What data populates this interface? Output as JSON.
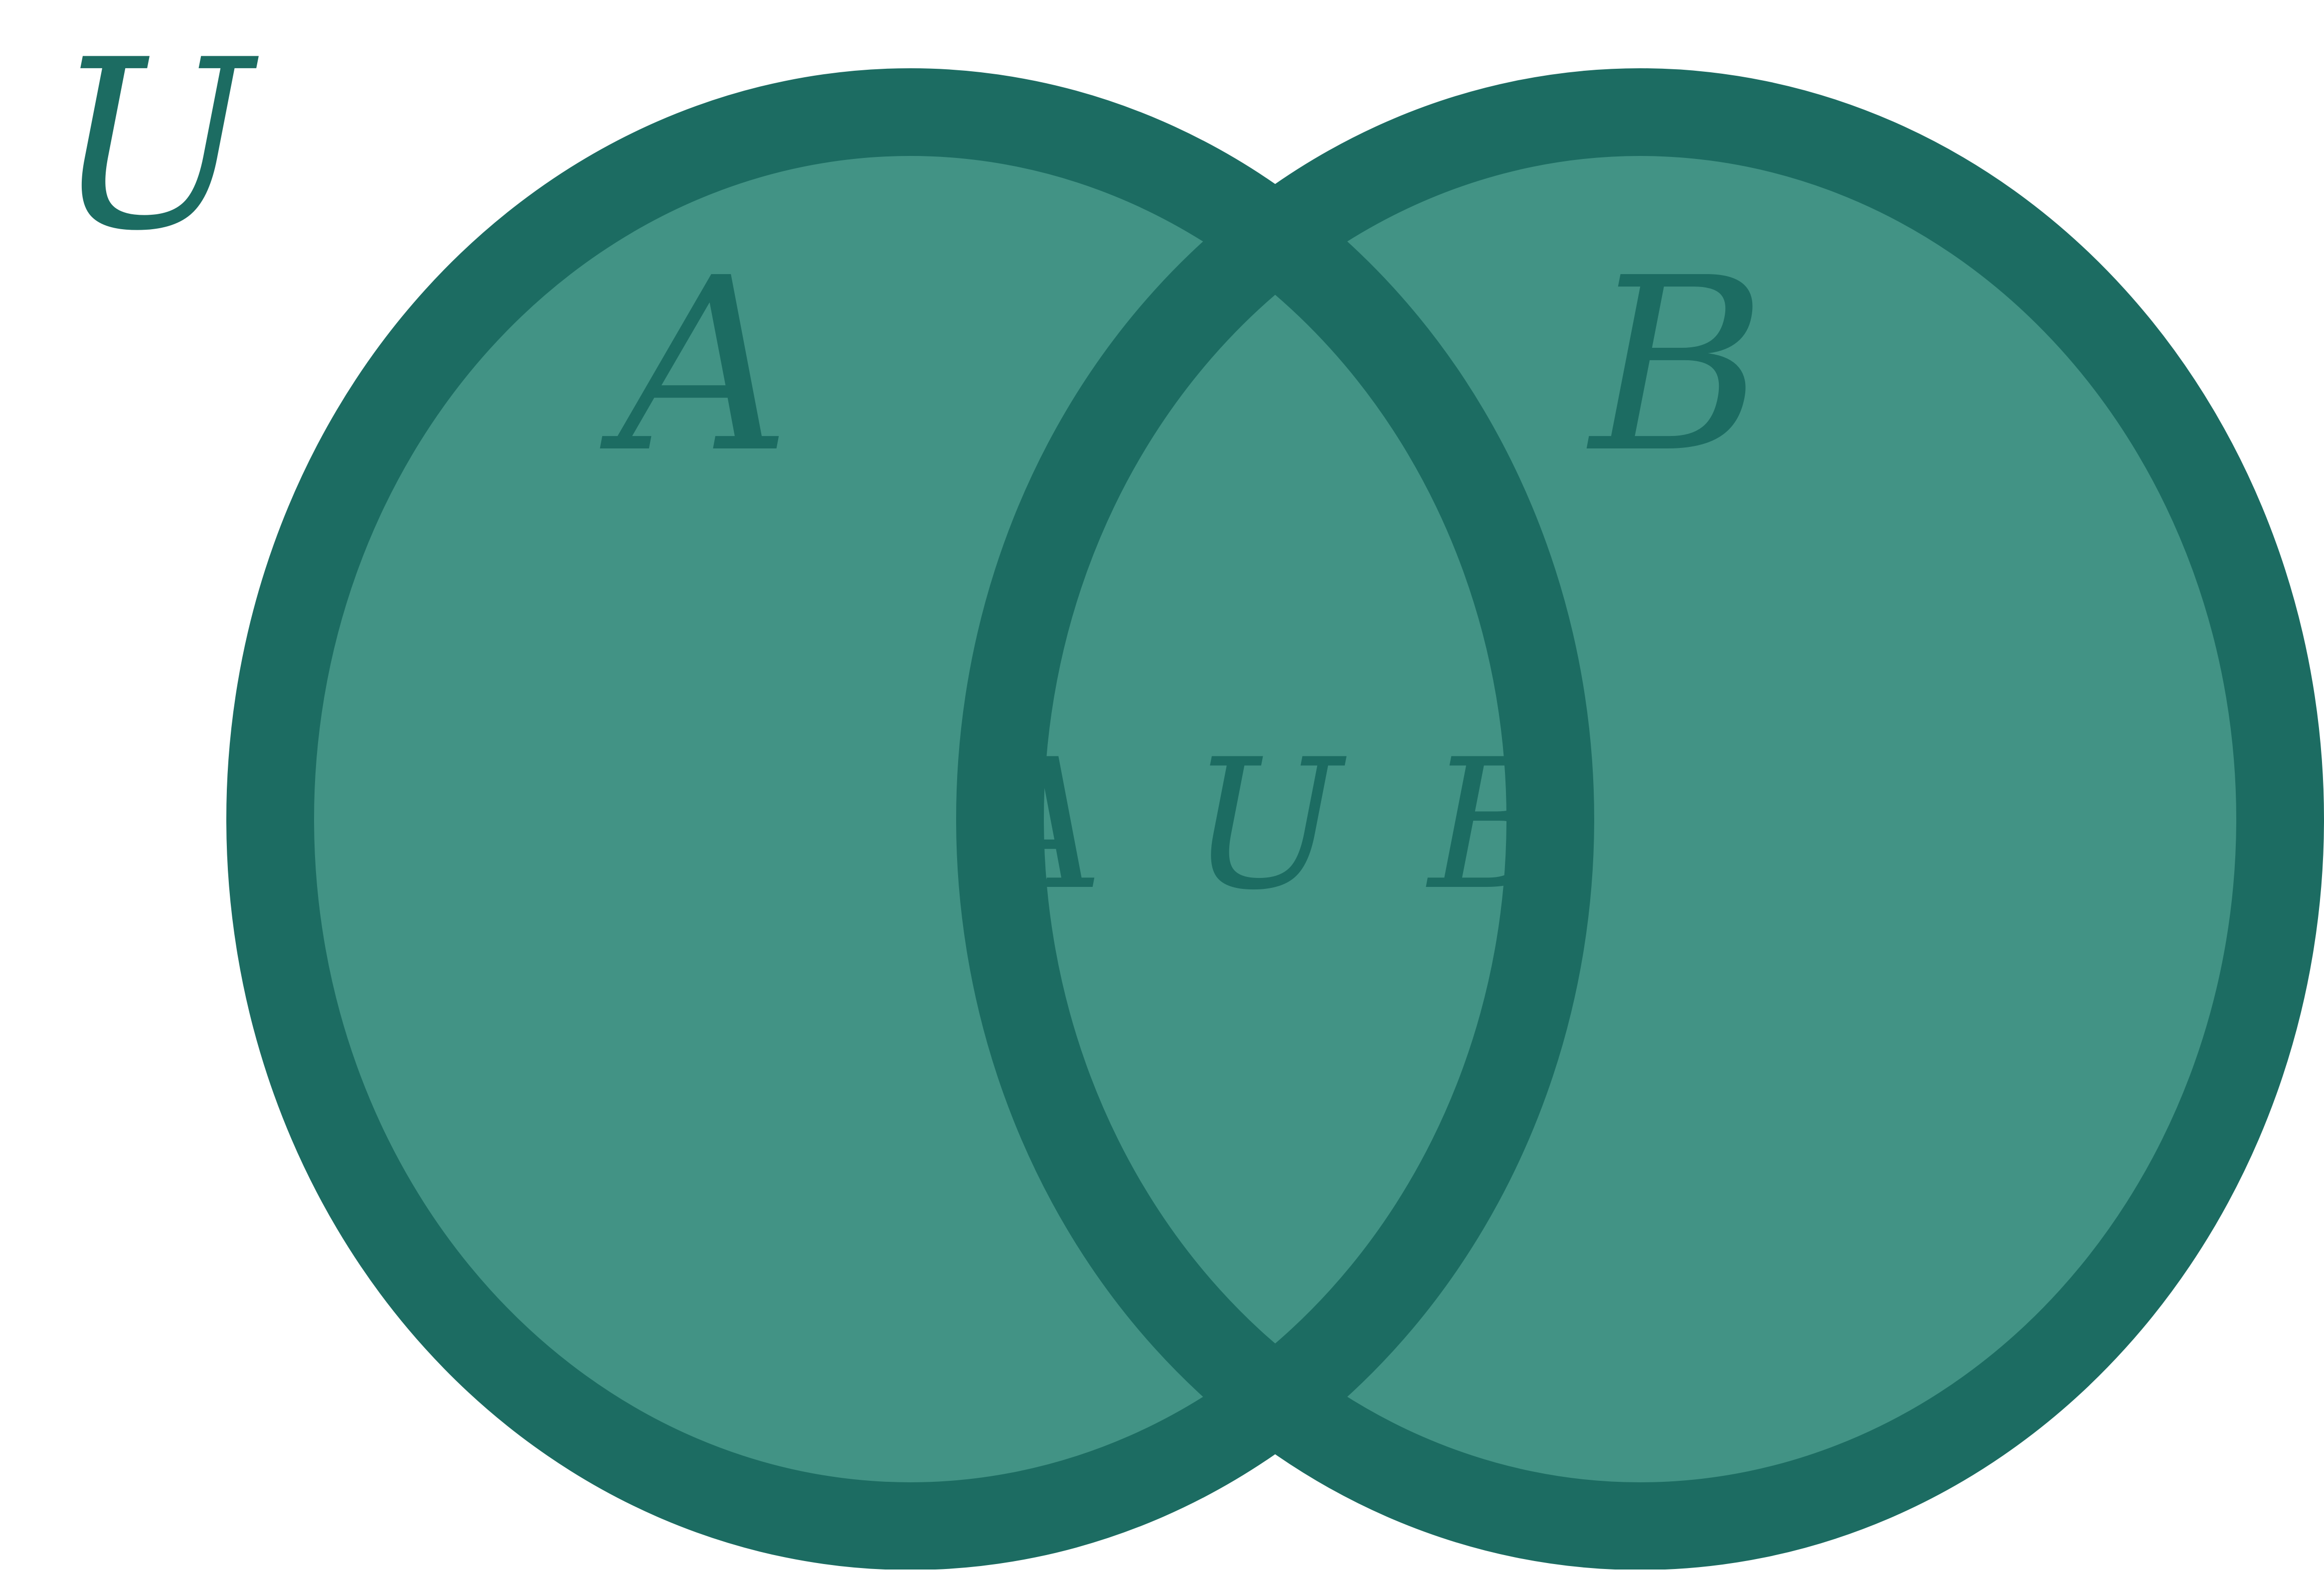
{
  "diagram": {
    "universe_label": "U",
    "set_a_label": "A",
    "set_b_label": "B",
    "union_label": "A U B",
    "colors": {
      "fill": "#429385",
      "stroke": "#1c6c62",
      "text": "#1c6c62",
      "background": "#ffffff"
    }
  }
}
